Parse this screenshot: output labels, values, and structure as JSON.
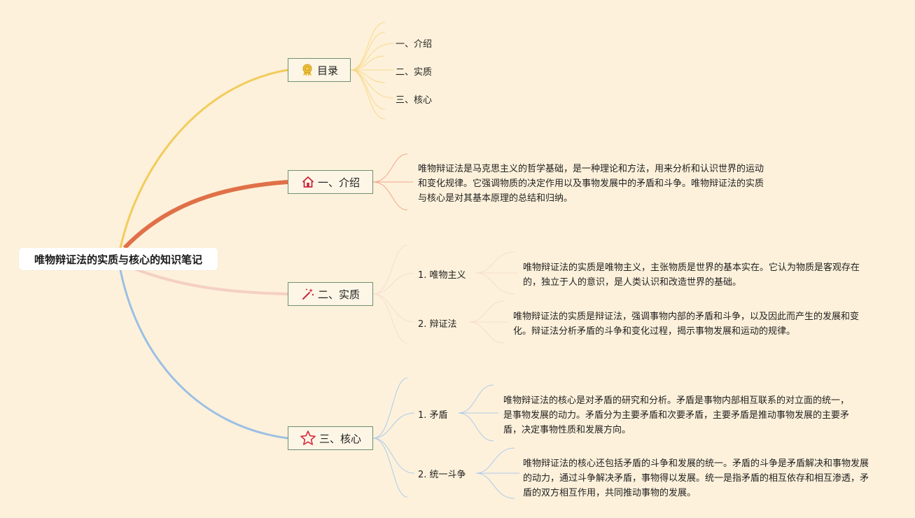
{
  "root": {
    "title": "唯物辩证法的实质与核心的知识笔记"
  },
  "branches": [
    {
      "label": "目录",
      "icon": "award-medal-icon",
      "color": "#f2cc5b"
    },
    {
      "label": "一、介绍",
      "icon": "home-icon",
      "color": "#e07048"
    },
    {
      "label": "二、实质",
      "icon": "magic-wand-icon",
      "color": "#f5cfc5"
    },
    {
      "label": "三、核心",
      "icon": "star-icon",
      "color": "#9cbfe4"
    }
  ],
  "toc": {
    "items": [
      "一、介绍",
      "二、实质",
      "三、核心"
    ]
  },
  "intro": {
    "text": "唯物辩证法是马克思主义的哲学基础，是一种理论和方法，用来分析和认识世界的运动和变化规律。它强调物质的决定作用以及事物发展中的矛盾和斗争。唯物辩证法的实质与核心是对其基本原理的总结和归纳。"
  },
  "essence": {
    "items": [
      {
        "label": "1. 唯物主义",
        "text": "唯物辩证法的实质是唯物主义，主张物质是世界的基本实在。它认为物质是客观存在的，独立于人的意识，是人类认识和改造世界的基础。"
      },
      {
        "label": "2. 辩证法",
        "text": "唯物辩证法的实质是辩证法，强调事物内部的矛盾和斗争，以及因此而产生的发展和变化。辩证法分析矛盾的斗争和变化过程，揭示事物发展和运动的规律。"
      }
    ]
  },
  "core": {
    "items": [
      {
        "label": "1. 矛盾",
        "text": "唯物辩证法的核心是对矛盾的研究和分析。矛盾是事物内部相互联系的对立面的统一，是事物发展的动力。矛盾分为主要矛盾和次要矛盾，主要矛盾是推动事物发展的主要矛盾，决定事物性质和发展方向。"
      },
      {
        "label": "2. 统一斗争",
        "text": "唯物辩证法的核心还包括矛盾的斗争和发展的统一。矛盾的斗争是矛盾解决和事物发展的动力，通过斗争解决矛盾，事物得以发展。统一是指矛盾的相互依存和相互渗透，矛盾的双方相互作用，共同推动事物的发展。"
      }
    ]
  }
}
